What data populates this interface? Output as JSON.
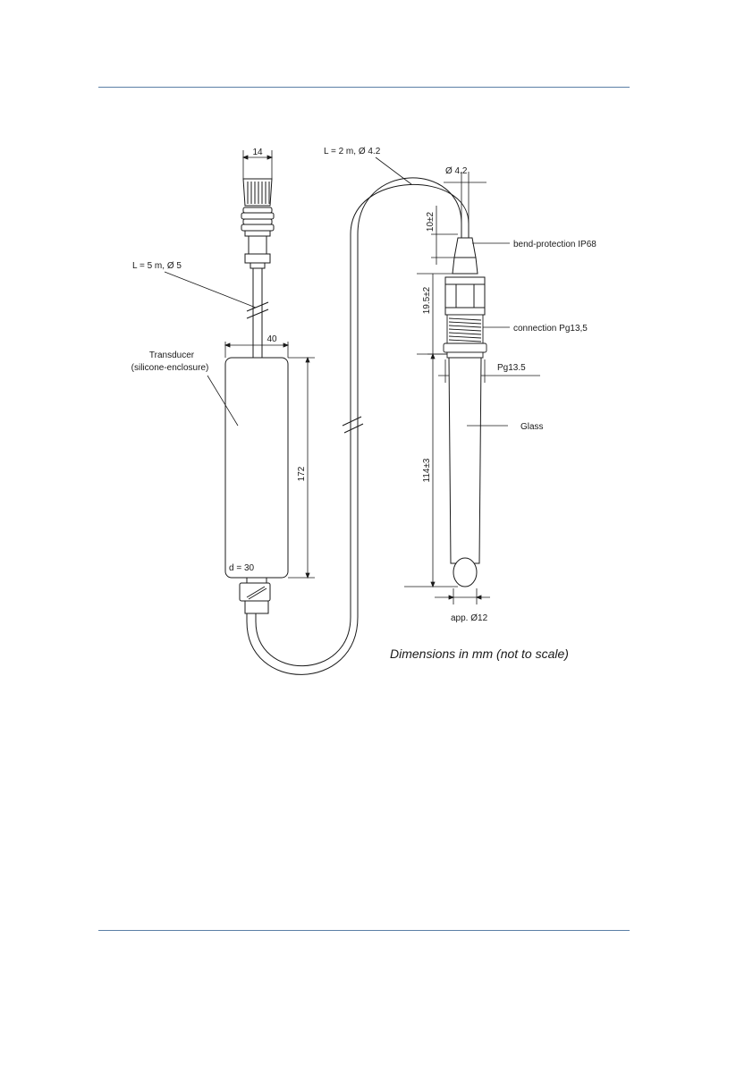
{
  "diagram": {
    "labels": {
      "connector_width": "14",
      "cable_transducer": "L = 5 m, Ø 5",
      "cable_sensor": "L = 2 m, Ø 4.2",
      "transducer_title": "Transducer",
      "transducer_sub": "(silicone-enclosure)",
      "transducer_width": "40",
      "transducer_height": "172",
      "transducer_diameter": "d = 30",
      "cable_diameter": "Ø 4.2",
      "bend_length": "10±2",
      "bend_protection": "bend-protection IP68",
      "thread_length": "19.5±2",
      "connection": "connection Pg13,5",
      "thread_size": "Pg13.5",
      "glass": "Glass",
      "glass_length": "114±3",
      "tip_diameter": "app. Ø12"
    },
    "caption": "Dimensions in mm (not to scale)"
  }
}
